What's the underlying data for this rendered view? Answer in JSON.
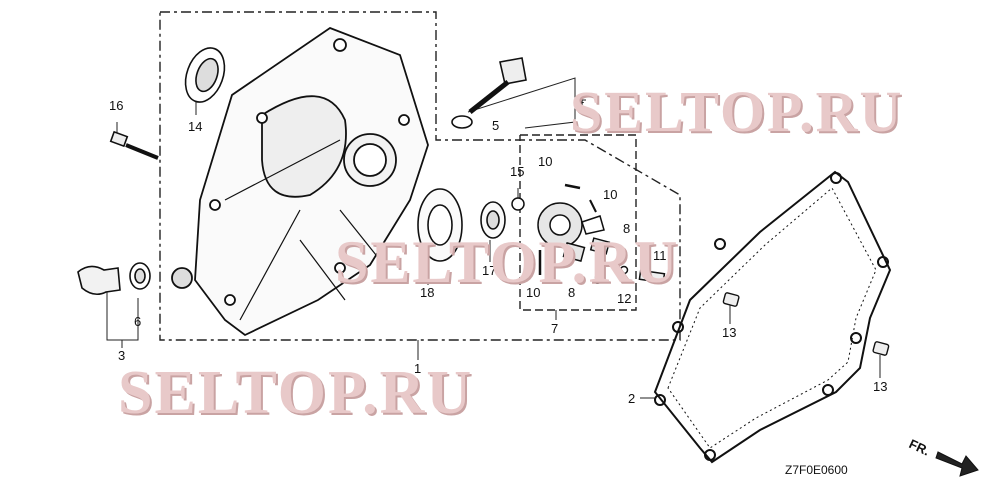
{
  "watermark": {
    "text_1": "SELTOP.RU",
    "text_2": "SELTOP.RU",
    "text_3": "SELTOP.RU"
  },
  "labels": {
    "p1": "1",
    "p2": "2",
    "p3": "3",
    "p4": "4",
    "p5": "5",
    "p6": "6",
    "p7": "7",
    "p8a": "8",
    "p8b": "8",
    "p8c": "8",
    "p9": "9",
    "p10a": "10",
    "p10b": "10",
    "p10c": "10",
    "p11": "11",
    "p12": "12",
    "p13a": "13",
    "p13b": "13",
    "p14": "14",
    "p15": "15",
    "p16": "16",
    "p17": "17",
    "p18": "18"
  },
  "direction_mark": "FR.",
  "diagram_code": "Z7F0E0600"
}
